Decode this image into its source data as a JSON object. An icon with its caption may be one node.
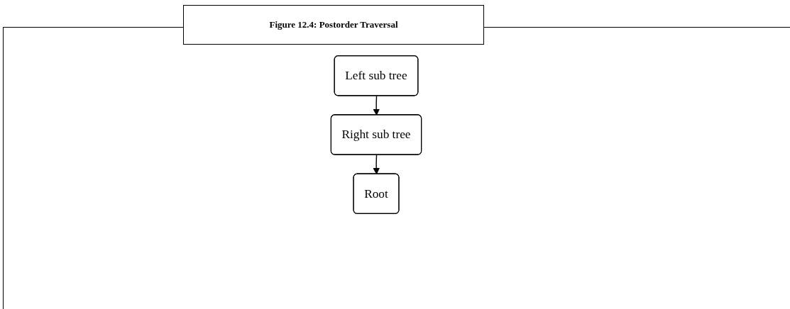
{
  "diagram": {
    "title": "Figure 12.4: Postorder Traversal",
    "nodes": [
      {
        "text": [
          "Left sub tree"
        ]
      },
      {
        "text": [
          "Right sub tree"
        ]
      },
      {
        "text": [
          "Root"
        ]
      }
    ],
    "edges": [
      {
        "from": 0,
        "to": 1,
        "arrow": "to"
      },
      {
        "from": 1,
        "to": 2,
        "arrow": "to"
      }
    ]
  }
}
